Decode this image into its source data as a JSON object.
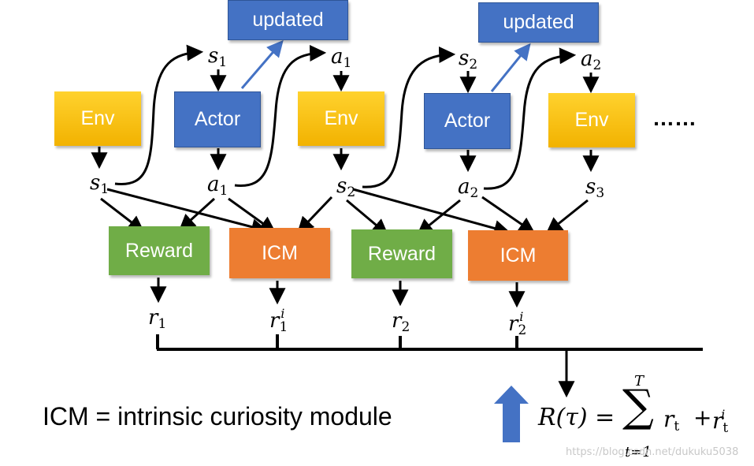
{
  "boxes": {
    "updated_1": "updated",
    "updated_2": "updated",
    "env_1": "Env",
    "actor_1": "Actor",
    "env_2": "Env",
    "actor_2": "Actor",
    "env_3": "Env",
    "reward_1": "Reward",
    "icm_1": "ICM",
    "reward_2": "Reward",
    "icm_2": "ICM"
  },
  "ellipsis": "……",
  "symbols": {
    "s1_top": {
      "base": "s",
      "sub": "1"
    },
    "a1_top": {
      "base": "a",
      "sub": "1"
    },
    "s2_top": {
      "base": "s",
      "sub": "2"
    },
    "a2_top": {
      "base": "a",
      "sub": "2"
    },
    "s1": {
      "base": "s",
      "sub": "1"
    },
    "a1": {
      "base": "a",
      "sub": "1"
    },
    "s2": {
      "base": "s",
      "sub": "2"
    },
    "a2": {
      "base": "a",
      "sub": "2"
    },
    "s3": {
      "base": "s",
      "sub": "3"
    },
    "r1": {
      "base": "r",
      "sub": "1"
    },
    "r1i": {
      "base": "r",
      "sub": "1",
      "sup": "i"
    },
    "r2": {
      "base": "r",
      "sub": "2"
    },
    "r2i": {
      "base": "r",
      "sub": "2",
      "sup": "i"
    }
  },
  "caption": "ICM = intrinsic curiosity module",
  "formula": {
    "lhs": "R(τ) =",
    "sum": "∑",
    "upper": "T",
    "lower": "t=1",
    "term": {
      "base": "r",
      "sub": "t"
    },
    "plus": "+",
    "term2": {
      "base": "r",
      "sub": "t",
      "sup": "i"
    }
  },
  "watermark": "https://blog.csdn.net/dukuku5038",
  "colors": {
    "env": "#ffc000",
    "actor": "#4472c4",
    "reward": "#70ad47",
    "icm": "#ed7d31",
    "update_arrow": "#4472c4",
    "up_arrow": "#4472c4"
  }
}
